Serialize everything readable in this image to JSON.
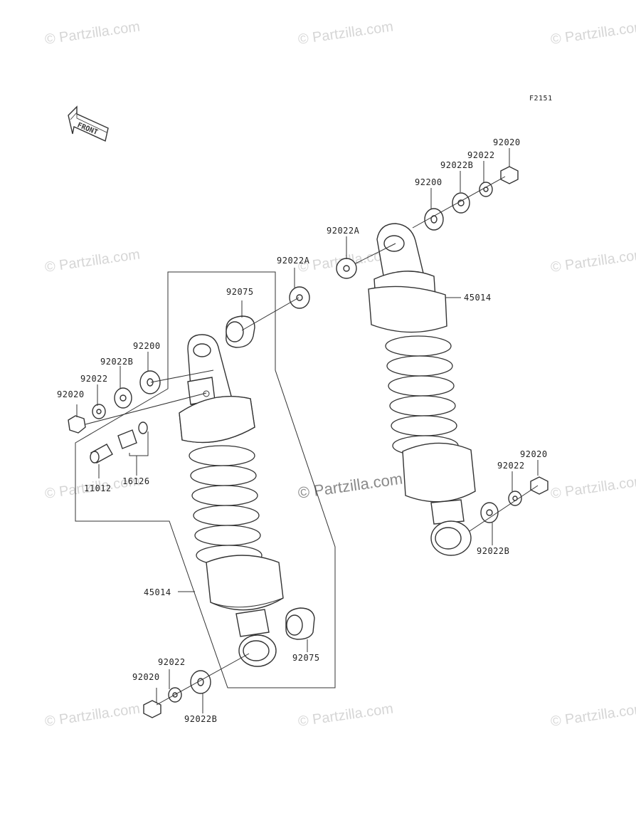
{
  "figure_code": "F2151",
  "front_arrow_text": "FRONT",
  "watermark_text": "© Partzilla.com",
  "labels": {
    "l_92020": "92020",
    "l_92022": "92022",
    "l_92022b": "92022B",
    "l_92200": "92200",
    "l_92075_top": "92075",
    "l_92022a": "92022A",
    "l_11012": "11012",
    "l_16126": "16126",
    "l_45014": "45014",
    "l_92075_bot": "92075",
    "l_92020_bot": "92020",
    "l_92022_bot": "92022",
    "l_92022b_bot": "92022B",
    "r_92020_top": "92020",
    "r_92022_top": "92022",
    "r_92022b_top": "92022B",
    "r_92200": "92200",
    "r_92022a": "92022A",
    "r_45014": "45014",
    "r_92020_bot": "92020",
    "r_92022_bot": "92022",
    "r_92022b_bot": "92022B"
  }
}
